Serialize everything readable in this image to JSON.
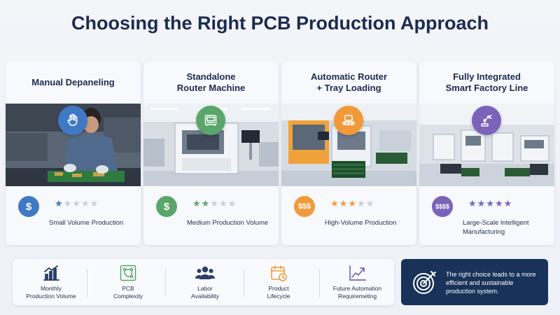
{
  "title": "Choosing the Right PCB Production Approach",
  "approaches": [
    {
      "name": "Manual Depaneling",
      "cost": "$",
      "stars": 1,
      "label": "Small Volume Production",
      "icon": "hand-icon",
      "color": "#3f79c5"
    },
    {
      "name": "Standalone\nRouter Machine",
      "cost": "$",
      "stars": 2,
      "label": "Medium Production Volume",
      "icon": "router-machine-icon",
      "color": "#5aa66a"
    },
    {
      "name": "Automatic Router\n+ Tray Loading",
      "cost": "$$$",
      "stars": 3,
      "label": "High-Volume Production",
      "icon": "conveyor-icon",
      "color": "#f29a3a"
    },
    {
      "name": "Fully Integrated\nSmart Factory Line",
      "cost": "$$$$",
      "stars": 5,
      "label": "Large-Scale Intelligent Manufacturing",
      "icon": "robot-arm-icon",
      "color": "#7a63b8"
    }
  ],
  "star_max": 5,
  "factors": [
    {
      "label": "Monthly\nProduction Volume",
      "icon": "bar-chart-icon"
    },
    {
      "label": "PCB\nComplexity",
      "icon": "circuit-icon"
    },
    {
      "label": "Labor\nAvailability",
      "icon": "people-icon"
    },
    {
      "label": "Product\nLifecycle",
      "icon": "calendar-icon"
    },
    {
      "label": "Future Automation\nRequiremeting",
      "icon": "trend-chart-icon"
    }
  ],
  "callout": {
    "text": "The right choice leads to a more efficient and sustainable production system.",
    "icon": "target-icon"
  },
  "colors": {
    "navy": "#18325a",
    "title": "#1c2b4f",
    "factor_icon": "#2b3f66",
    "factor_accent": "#f29a3a"
  }
}
